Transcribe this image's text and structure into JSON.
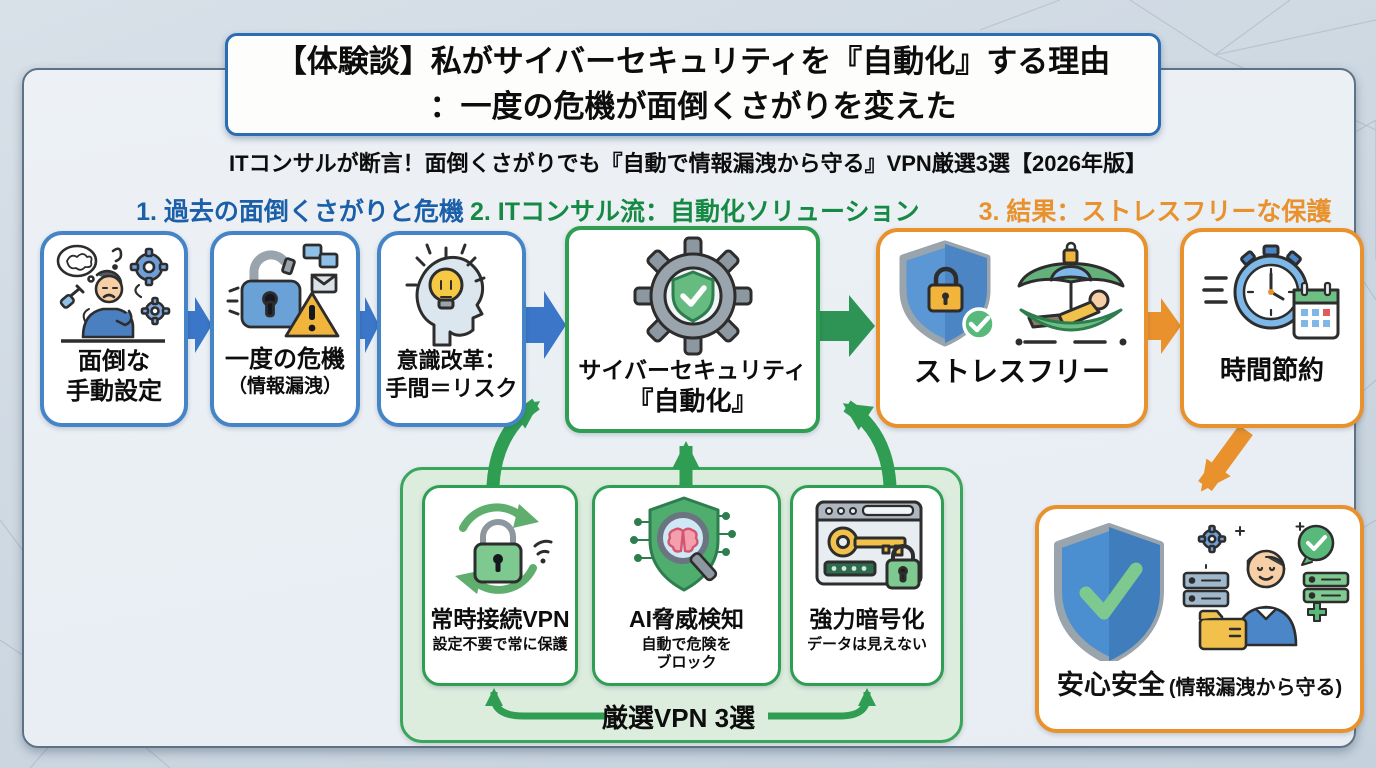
{
  "title": {
    "line1": "【体験談】私がサイバーセキュリティを『自動化』する理由",
    "line2": "：一度の危機が面倒くさがりを変えた"
  },
  "subtitle": "ITコンサルが断言！面倒くさがりでも『自動で情報漏洩から守る』VPN厳選3選【2026年版】",
  "sections": {
    "s1": "1. 過去の面倒くさがりと危機",
    "s2": "2. ITコンサル流：自動化ソリューション",
    "s3": "3. 結果：ストレスフリーな保護"
  },
  "flow": {
    "step1": {
      "line1": "面倒な",
      "line2": "手動設定"
    },
    "step2": {
      "line1": "一度の危機",
      "line2": "（情報漏洩）"
    },
    "step3": {
      "line1": "意識改革：",
      "line2": "手間＝リスク"
    },
    "center": {
      "line1": "サイバーセキュリティ",
      "line2": "『自動化』"
    },
    "result_stress": {
      "label": "ストレスフリー"
    },
    "result_time": {
      "label": "時間節約"
    },
    "final": {
      "main": "安心安全",
      "sub": "(情報漏洩から守る)"
    }
  },
  "vpn": {
    "box1": {
      "title": "常時接続VPN",
      "subtitle": "設定不要で常に保護"
    },
    "box2": {
      "title": "AI脅威検知",
      "subtitle_line1": "自動で危険を",
      "subtitle_line2": "ブロック"
    },
    "box3": {
      "title": "強力暗号化",
      "subtitle": "データは見えない"
    },
    "label": "厳選VPN 3選"
  },
  "icons": {
    "frustrated-person-icon": "person stressed by manual setup with gears and tangled thought bubble",
    "broken-lock-warning-icon": "broken padlock with leaking data and warning triangle",
    "idea-head-icon": "head profile with lightbulb",
    "gear-shield-icon": "gear with green shield checkmark",
    "shield-lock-icon": "blue shield with lock and check badge",
    "hammock-relax-icon": "person relaxing in hammock under umbrella",
    "stopwatch-calendar-icon": "speeding stopwatch with calendar",
    "autoconnect-lock-icon": "padlock with circular sync arrows and wifi",
    "ai-threat-icon": "shield with magnifier over brain",
    "encryption-icon": "browser window with key and padlock",
    "safe-shield-check-icon": "blue shield with big green check",
    "protected-user-icon": "smiling user with folder, servers and check bubble"
  },
  "colors": {
    "blue_accent": "#4584c6",
    "blue_header": "#1b5fa9",
    "blue_arrow": "#3b76c8",
    "green_accent": "#2f9e53",
    "green_header": "#168a45",
    "green_fill": "#dcedde",
    "orange_accent": "#e8912d",
    "panel_bg": "#eaeff4",
    "outer_bg": "#ccd6e0"
  }
}
